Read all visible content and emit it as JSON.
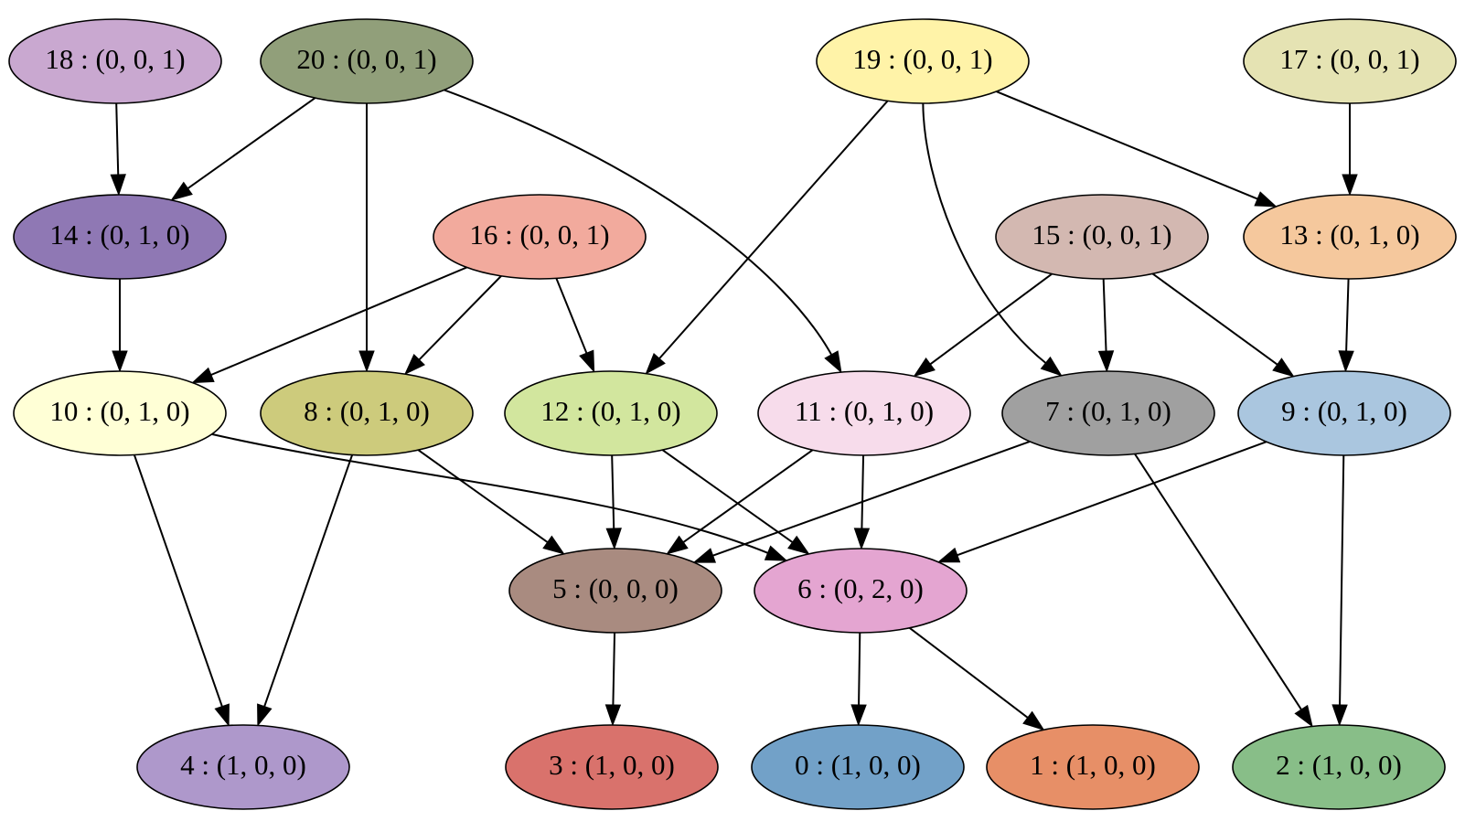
{
  "nodes": [
    {
      "id": "18",
      "label": "18 : (0, 0, 1)",
      "color": "#c9a8d0"
    },
    {
      "id": "20",
      "label": "20 : (0, 0, 1)",
      "color": "#919f7a"
    },
    {
      "id": "19",
      "label": "19 : (0, 0, 1)",
      "color": "#fff3a8"
    },
    {
      "id": "17",
      "label": "17 : (0, 0, 1)",
      "color": "#e5e3b3"
    },
    {
      "id": "14",
      "label": "14 : (0, 1, 0)",
      "color": "#8f78b4"
    },
    {
      "id": "16",
      "label": "16 : (0, 0, 1)",
      "color": "#f2aa9d"
    },
    {
      "id": "15",
      "label": "15 : (0, 0, 1)",
      "color": "#d3b8b1"
    },
    {
      "id": "13",
      "label": "13 : (0, 1, 0)",
      "color": "#f5c89d"
    },
    {
      "id": "10",
      "label": "10 : (0, 1, 0)",
      "color": "#ffffd6"
    },
    {
      "id": "8",
      "label": "8 : (0, 1, 0)",
      "color": "#cdcb7c"
    },
    {
      "id": "12",
      "label": "12 : (0, 1, 0)",
      "color": "#d2e69e"
    },
    {
      "id": "11",
      "label": "11 : (0, 1, 0)",
      "color": "#f7dceb"
    },
    {
      "id": "7",
      "label": "7 : (0, 1, 0)",
      "color": "#a0a0a0"
    },
    {
      "id": "9",
      "label": "9 : (0, 1, 0)",
      "color": "#aac6df"
    },
    {
      "id": "5",
      "label": "5 : (0, 0, 0)",
      "color": "#a98b80"
    },
    {
      "id": "6",
      "label": "6 : (0, 2, 0)",
      "color": "#e4a5d1"
    },
    {
      "id": "4",
      "label": "4 : (1, 0, 0)",
      "color": "#ae98cb"
    },
    {
      "id": "3",
      "label": "3 : (1, 0, 0)",
      "color": "#d9726c"
    },
    {
      "id": "0",
      "label": "0 : (1, 0, 0)",
      "color": "#72a1c8"
    },
    {
      "id": "1",
      "label": "1 : (1, 0, 0)",
      "color": "#e78f67"
    },
    {
      "id": "2",
      "label": "2 : (1, 0, 0)",
      "color": "#88be88"
    }
  ],
  "edges": [
    {
      "from": "18",
      "to": "14"
    },
    {
      "from": "20",
      "to": "14"
    },
    {
      "from": "20",
      "to": "8"
    },
    {
      "from": "20",
      "to": "11"
    },
    {
      "from": "19",
      "to": "12"
    },
    {
      "from": "19",
      "to": "7"
    },
    {
      "from": "19",
      "to": "13"
    },
    {
      "from": "17",
      "to": "13"
    },
    {
      "from": "14",
      "to": "10"
    },
    {
      "from": "16",
      "to": "10"
    },
    {
      "from": "16",
      "to": "8"
    },
    {
      "from": "16",
      "to": "12"
    },
    {
      "from": "15",
      "to": "11"
    },
    {
      "from": "15",
      "to": "7"
    },
    {
      "from": "15",
      "to": "9"
    },
    {
      "from": "13",
      "to": "9"
    },
    {
      "from": "10",
      "to": "4"
    },
    {
      "from": "10",
      "to": "6"
    },
    {
      "from": "8",
      "to": "4"
    },
    {
      "from": "8",
      "to": "5"
    },
    {
      "from": "12",
      "to": "5"
    },
    {
      "from": "12",
      "to": "6"
    },
    {
      "from": "11",
      "to": "5"
    },
    {
      "from": "11",
      "to": "6"
    },
    {
      "from": "7",
      "to": "5"
    },
    {
      "from": "7",
      "to": "2"
    },
    {
      "from": "9",
      "to": "6"
    },
    {
      "from": "9",
      "to": "2"
    },
    {
      "from": "5",
      "to": "3"
    },
    {
      "from": "6",
      "to": "0"
    },
    {
      "from": "6",
      "to": "1"
    }
  ]
}
